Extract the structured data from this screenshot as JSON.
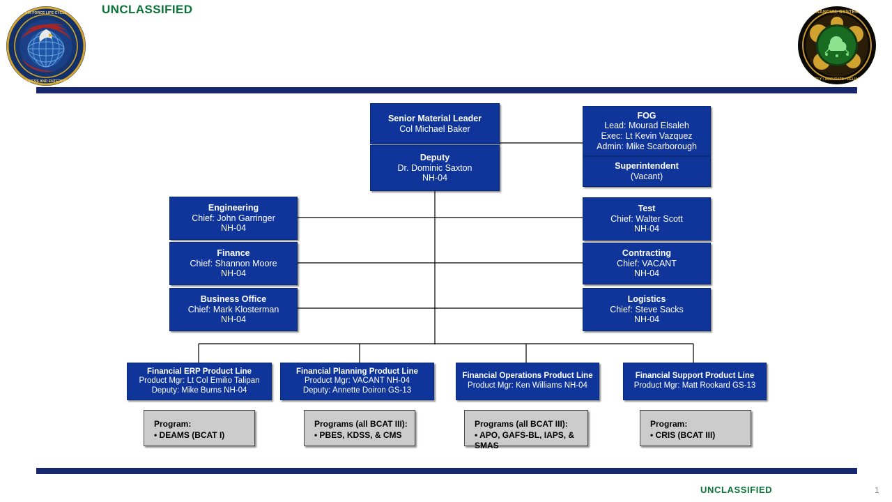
{
  "header": {
    "classification": "UNCLASSIFIED",
    "left_logo": "afmc-lifecycle-management-center-seal",
    "left_logo_text": "AIR FORCE LIFE CYCLE MANAGEMENT CENTER / BUSINESS AND ENTERPRISE SYSTEMS / OPERATE / INNOVATE / INTEGRATE",
    "right_logo": "financial-systems-seal",
    "right_logo_text": "FINANCIAL SYSTEMS / TIMELY • ACCURATE • RELIABLE • AUDITABLE",
    "bar_color": "#16276E"
  },
  "footer": {
    "classification": "UNCLASSIFIED",
    "page_number": "1"
  },
  "colors": {
    "box_blue": "#10359A",
    "gray_box": "#CCCCCC",
    "classification_green": "#0B7337",
    "bar_navy": "#16276E"
  },
  "chart": {
    "leadership": {
      "senior_material_leader": {
        "title": "Senior Material Leader",
        "name": "Col Michael Baker"
      },
      "deputy": {
        "title": "Deputy",
        "name": "Dr. Dominic  Saxton",
        "grade": "NH-04"
      }
    },
    "front_office": {
      "fog": {
        "title": "FOG",
        "lead": "Lead: Mourad Elsaleh",
        "exec": "Exec: Lt Kevin Vazquez",
        "admin": "Admin: Mike Scarborough"
      },
      "superintendent": {
        "title": "Superintendent",
        "name": "(Vacant)"
      }
    },
    "left_functions": [
      {
        "title": "Engineering",
        "chief": "Chief: John Garringer",
        "grade": "NH-04"
      },
      {
        "title": "Finance",
        "chief": "Chief: Shannon Moore",
        "grade": "NH-04"
      },
      {
        "title": "Business Office",
        "chief": "Chief: Mark Klosterman",
        "grade": "NH-04"
      }
    ],
    "right_functions": [
      {
        "title": "Test",
        "chief": "Chief: Walter Scott",
        "grade": "NH-04"
      },
      {
        "title": "Contracting",
        "chief": "Chief: VACANT",
        "grade": "NH-04"
      },
      {
        "title": "Logistics",
        "chief": "Chief: Steve Sacks",
        "grade": "NH-04"
      }
    ],
    "product_lines": [
      {
        "title": "Financial ERP Product Line",
        "line2": "Product Mgr: Lt Col Emilio Talipan",
        "line3": "Deputy: Mike Burns NH-04",
        "programs_header": "Program:",
        "programs_items": [
          "• DEAMS (BCAT I)"
        ]
      },
      {
        "title": "Financial Planning Product Line",
        "line2": "Product Mgr: VACANT  NH-04",
        "line3": "Deputy: Annette Doiron GS-13",
        "programs_header": "Programs (all BCAT III):",
        "programs_items": [
          "• PBES, KDSS, & CMS"
        ]
      },
      {
        "title": "Financial Operations Product Line",
        "line2": "Product Mgr: Ken Williams NH-04",
        "line3": "",
        "programs_header": "Programs (all BCAT III):",
        "programs_items": [
          "• APO, GAFS-BL,  IAPS, &",
          "   SMAS"
        ]
      },
      {
        "title": "Financial Support Product Line",
        "line2": "Product Mgr: Matt Rookard GS-13",
        "line3": "",
        "programs_header": "Program:",
        "programs_items": [
          "• CRIS (BCAT III)"
        ]
      }
    ]
  }
}
